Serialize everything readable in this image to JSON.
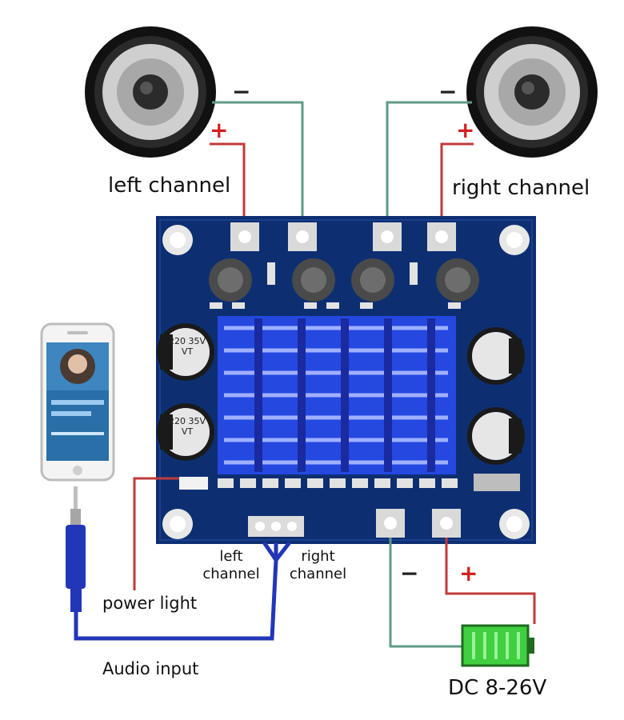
{
  "labels": {
    "left_channel": "left channel",
    "right_channel": "right channel",
    "left_channel_small_line1": "left",
    "left_channel_small_line2": "channel",
    "right_channel_small_line1": "right",
    "right_channel_small_line2": "channel",
    "power_light": "power light",
    "audio_input": "Audio input",
    "dc_supply": "DC 8-26V"
  },
  "polarity": {
    "plus": "+",
    "minus": "−"
  },
  "capacitors": {
    "large_marking": "220 35V VT"
  },
  "colors": {
    "pcb": "#0d2f72",
    "heatsink": "#2448e0",
    "positive_wire": "#c03a3a",
    "negative_wire": "#5f9a86",
    "audio_cable": "#2236b8",
    "battery": "#3fcf3f"
  }
}
